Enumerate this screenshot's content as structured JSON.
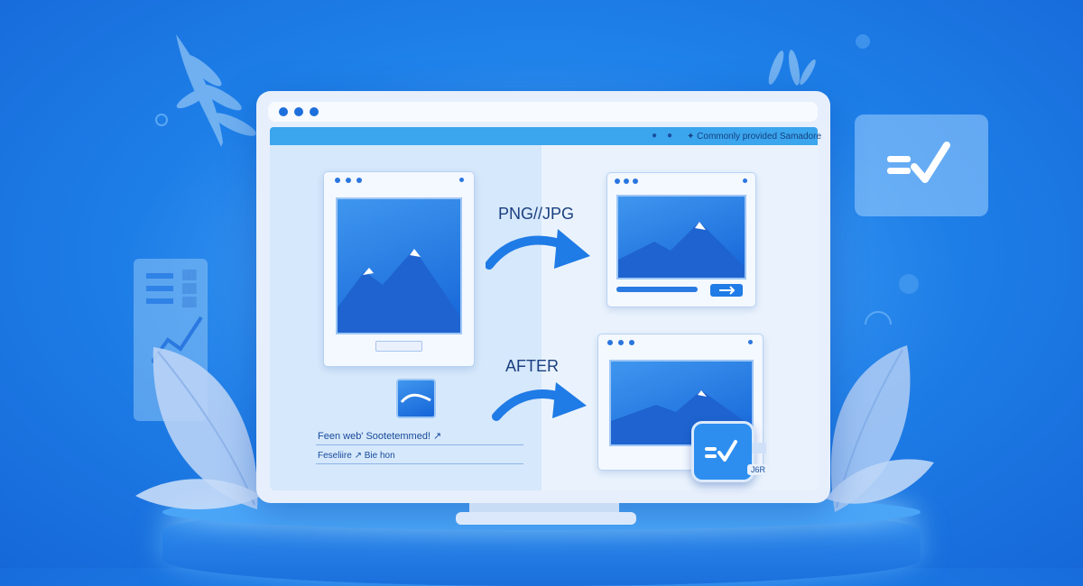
{
  "monitor": {
    "url_text": "✦ Commonly provided Samadore",
    "url_icons": [
      "globe-icon",
      "lock-icon"
    ]
  },
  "conversion": {
    "format_label": "PNG//JPG",
    "after_label": "AFTER"
  },
  "left_panel": {
    "caption_line1": "Feen web' Sootetemmed! ↗",
    "caption_line2": "Feseliire ↗ Bie hon"
  },
  "badge": {
    "label": "J6R"
  },
  "side_panel": {
    "items": [
      "▒▒",
      "▒▒",
      "▒▒"
    ]
  },
  "colors": {
    "background": "#1f82ea",
    "accent": "#1d6fdc",
    "check_card": "#9ed0fb"
  },
  "icons": [
    "check-list-icon",
    "mountain-image-icon",
    "arrow-right-icon",
    "leaf-icon"
  ]
}
